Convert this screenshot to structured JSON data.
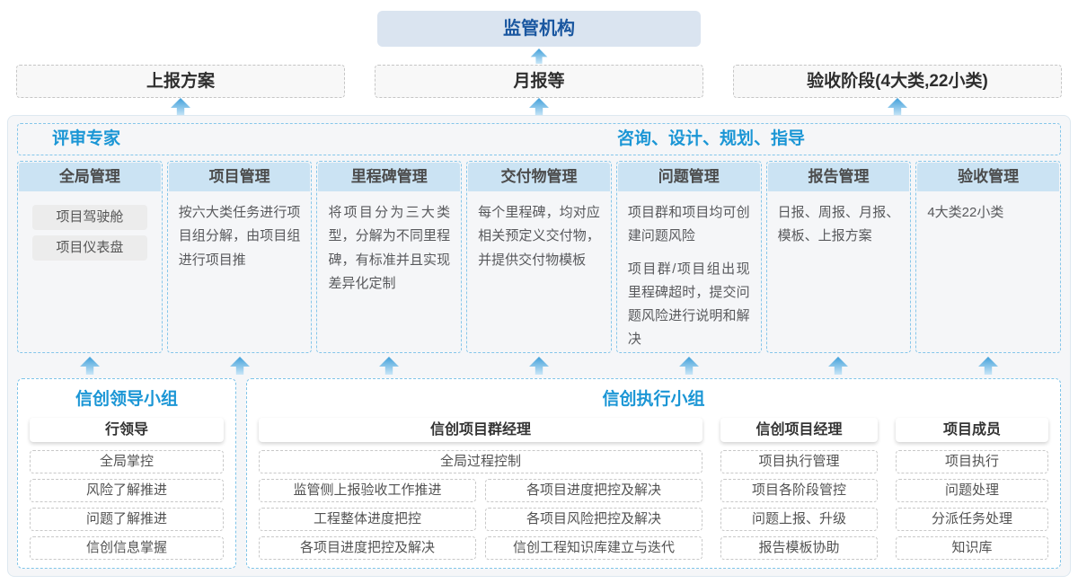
{
  "top": {
    "regulator_label": "监管机构",
    "boxes": [
      "上报方案",
      "月报等",
      "验收阶段(4大类,22小类)"
    ]
  },
  "band": {
    "left_label": "评审专家",
    "right_label": "咨询、设计、规划、指导"
  },
  "columns": [
    {
      "title": "全局管理",
      "buttons": [
        "项目驾驶舱",
        "项目仪表盘"
      ]
    },
    {
      "title": "项目管理",
      "paragraphs": [
        "按六大类任务进行项目组分解，由项目组进行项目推"
      ]
    },
    {
      "title": "里程碑管理",
      "paragraphs": [
        "将项目分为三大类型，分解为不同里程碑，有标准并且实现差异化定制"
      ]
    },
    {
      "title": "交付物管理",
      "paragraphs": [
        "每个里程碑，均对应相关预定义交付物，并提供交付物模板"
      ]
    },
    {
      "title": "问题管理",
      "paragraphs": [
        "项目群和项目均可创建问题风险",
        "项目群/项目组出现里程碑超时，提交问题风险进行说明和解决"
      ]
    },
    {
      "title": "报告管理",
      "paragraphs": [
        "日报、周报、月报、模板、上报方案"
      ]
    },
    {
      "title": "验收管理",
      "paragraphs": [
        "4大类22小类"
      ]
    }
  ],
  "groups": {
    "leadership": {
      "title": "信创领导小组",
      "role": "行领导",
      "items": [
        "全局掌控",
        "风险了解推进",
        "问题了解推进",
        "信创信息掌握"
      ]
    },
    "execution": {
      "title": "信创执行小组",
      "sections": [
        {
          "role": "信创项目群经理",
          "top_item": "全局过程控制",
          "left_items": [
            "监管侧上报验收工作推进",
            "工程整体进度把控",
            "各项目进度把控及解决"
          ],
          "right_items": [
            "各项目进度把控及解决",
            "各项目风险把控及解决",
            "信创工程知识库建立与迭代"
          ]
        },
        {
          "role": "信创项目经理",
          "items": [
            "项目执行管理",
            "项目各阶段管控",
            "问题上报、升级",
            "报告模板协助"
          ]
        },
        {
          "role": "项目成员",
          "items": [
            "项目执行",
            "问题处理",
            "分派任务处理",
            "知识库"
          ]
        }
      ]
    }
  },
  "colors": {
    "accent_blue": "#1b96d5",
    "navy_text": "#1a57a0",
    "regulator_bg": "#dae4f0",
    "column_header_bg": "#cbe3f3",
    "dashed_blue_border": "#85c6ea",
    "arrow_gradient_top": "#41a0da",
    "arrow_gradient_bottom": "#c9e6f7"
  }
}
